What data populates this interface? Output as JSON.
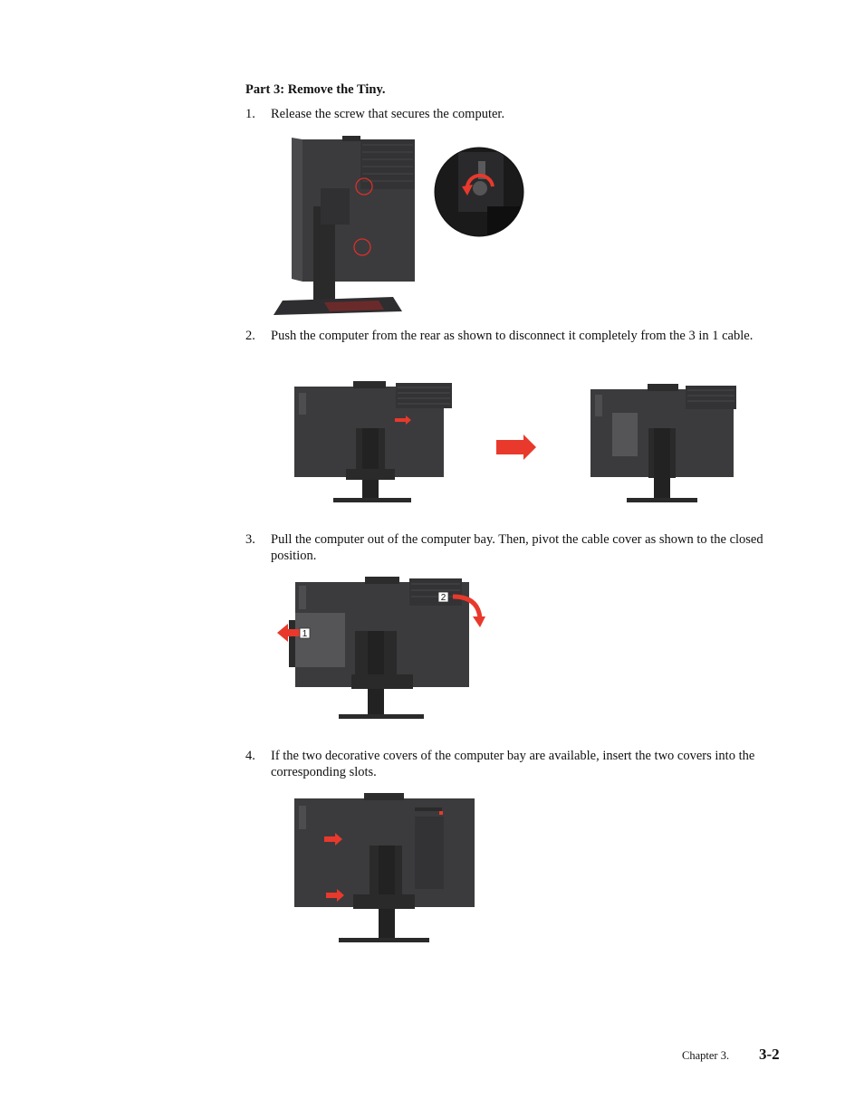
{
  "heading": "Part 3: Remove the Tiny.",
  "steps": [
    {
      "num": "1.",
      "text": "Release the screw that secures the computer."
    },
    {
      "num": "2.",
      "text": "Push the computer from the rear as shown to disconnect it completely from the 3 in 1 cable."
    },
    {
      "num": "3.",
      "text": "Pull the computer out of the computer bay. Then, pivot the cable cover as shown to the closed position."
    },
    {
      "num": "4.",
      "text": "If the two decorative covers of the computer bay are available, insert the two covers into the corresponding slots."
    }
  ],
  "callouts": {
    "one": "1",
    "two": "2"
  },
  "footer": {
    "chapter": "Chapter 3.",
    "page": "3-2"
  },
  "colors": {
    "monitor": "#3b3b3d",
    "stand": "#2a2a2b",
    "arrow": "#e8392c",
    "circle": "#d9302a"
  }
}
